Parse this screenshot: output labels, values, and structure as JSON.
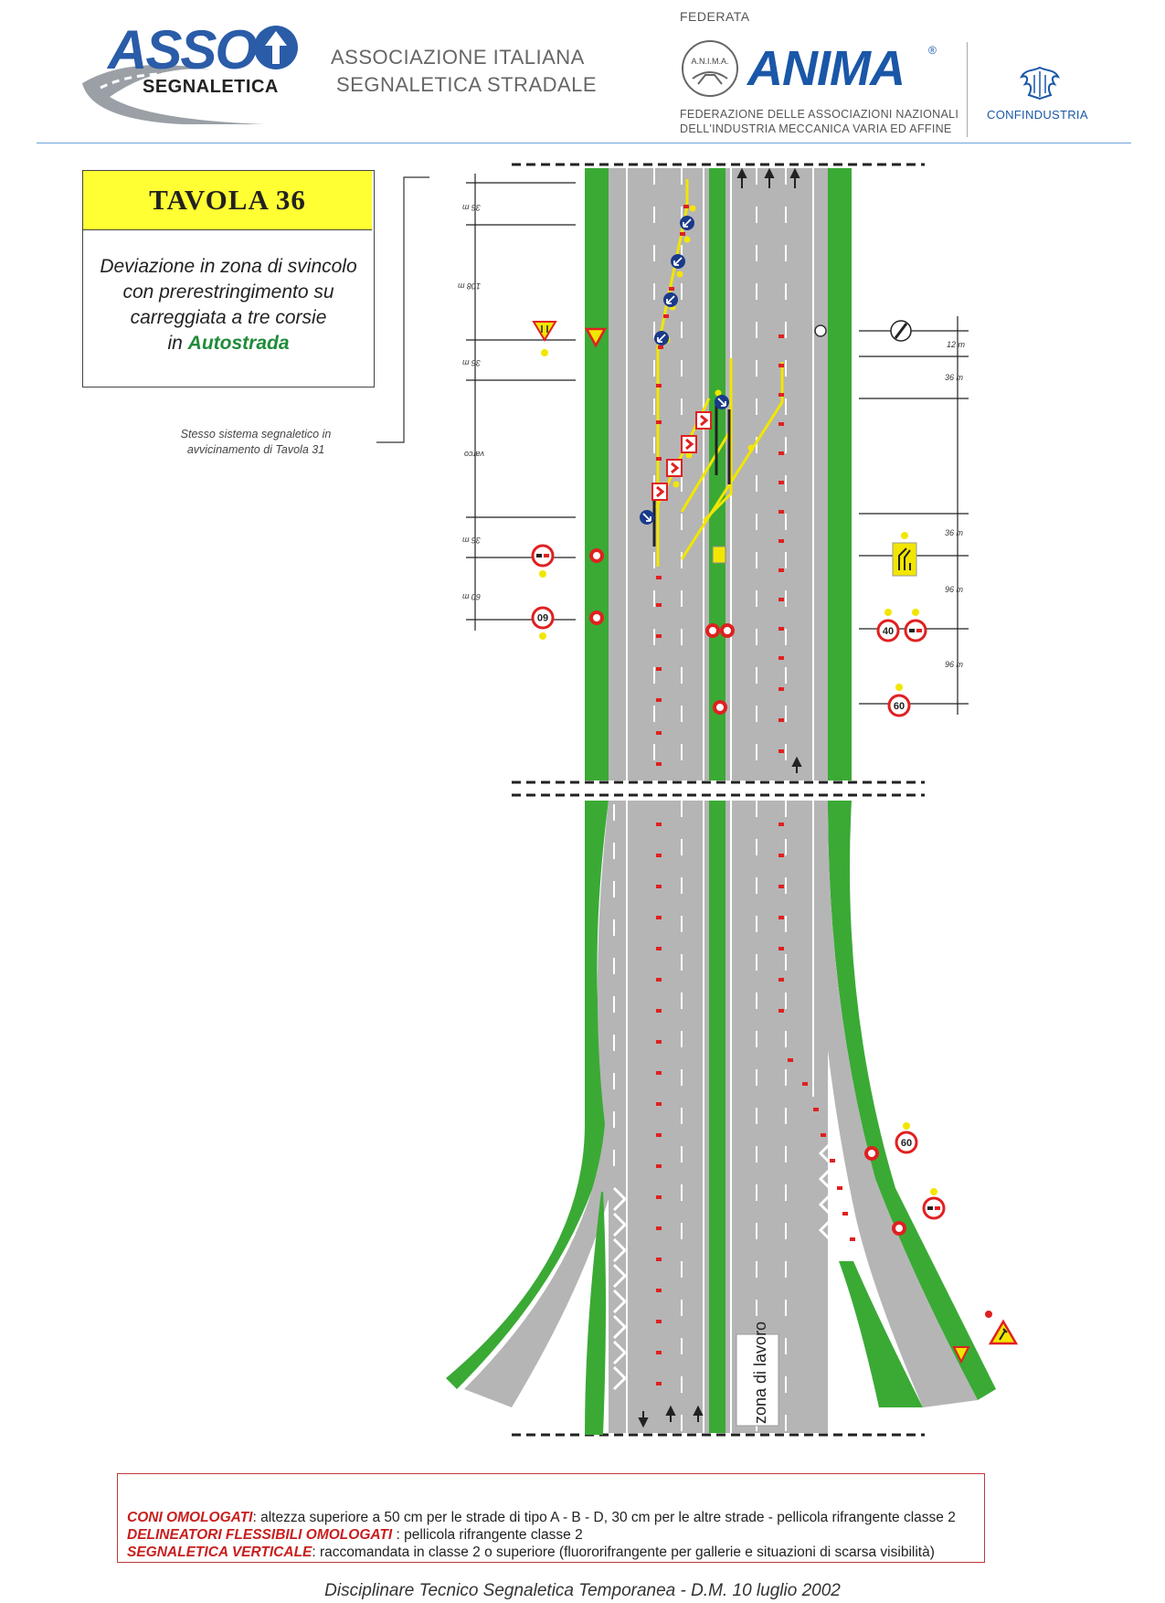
{
  "header": {
    "asso_logo_word": "ASSO",
    "asso_logo_sub": "SEGNALETICA",
    "association_line1": "ASSOCIAZIONE ITALIANA",
    "association_line2": "SEGNALETICA STRADALE",
    "federata": "FEDERATA",
    "anima_seal_text": "A.N.I.M.A.",
    "anima_logo_word": "ANIMA",
    "anima_reg": "®",
    "federation_line1": "FEDERAZIONE DELLE ASSOCIAZIONI NAZIONALI",
    "federation_line2": "DELL'INDUSTRIA MECCANICA VARIA ED AFFINE",
    "confindustria": "CONFINDUSTRIA"
  },
  "tavola": {
    "title": "TAVOLA  36",
    "line1": "Deviazione in zona di svincolo",
    "line2": "con prerestringimento su",
    "line3": "carreggiata a tre corsie",
    "line4_prefix": "in ",
    "line4_highlight": "Autostrada",
    "note_line1": "Stesso sistema segnaletico in",
    "note_line2": "avvicinamento di Tavola 31"
  },
  "left_distances": [
    "36 m",
    "108 m",
    "36 m",
    "varco",
    "36 m",
    "60 m"
  ],
  "right_distances": [
    "12 m",
    "36 m",
    "36 m",
    "96 m",
    "96 m"
  ],
  "signs": {
    "speed_left": "60",
    "speed_right_1": "40",
    "speed_right_2": "60",
    "speed_ramp": "60"
  },
  "zona_lavoro": "zona di lavoro",
  "colors": {
    "grass": "#3aaa35",
    "asphalt": "#b5b5b5",
    "cone_red": "#e02020",
    "yellow": "#f2e600",
    "sign_blue": "#1a3a8a"
  },
  "notes": [
    {
      "label": "CONI OMOLOGATI",
      "text": ": altezza superiore a 50 cm per le strade di tipo A - B - D, 30 cm per le altre strade - pellicola rifrangente classe 2"
    },
    {
      "label": "DELINEATORI FLESSIBILI OMOLOGATI",
      "text": " :  pellicola rifrangente classe 2"
    },
    {
      "label": "SEGNALETICA VERTICALE",
      "text": ": raccomandata in classe 2 o superiore (fluororifrangente per gallerie e situazioni di scarsa visibilità)"
    }
  ],
  "footer": "Disciplinare Tecnico Segnaletica Temporanea - D.M.  10 luglio 2002"
}
